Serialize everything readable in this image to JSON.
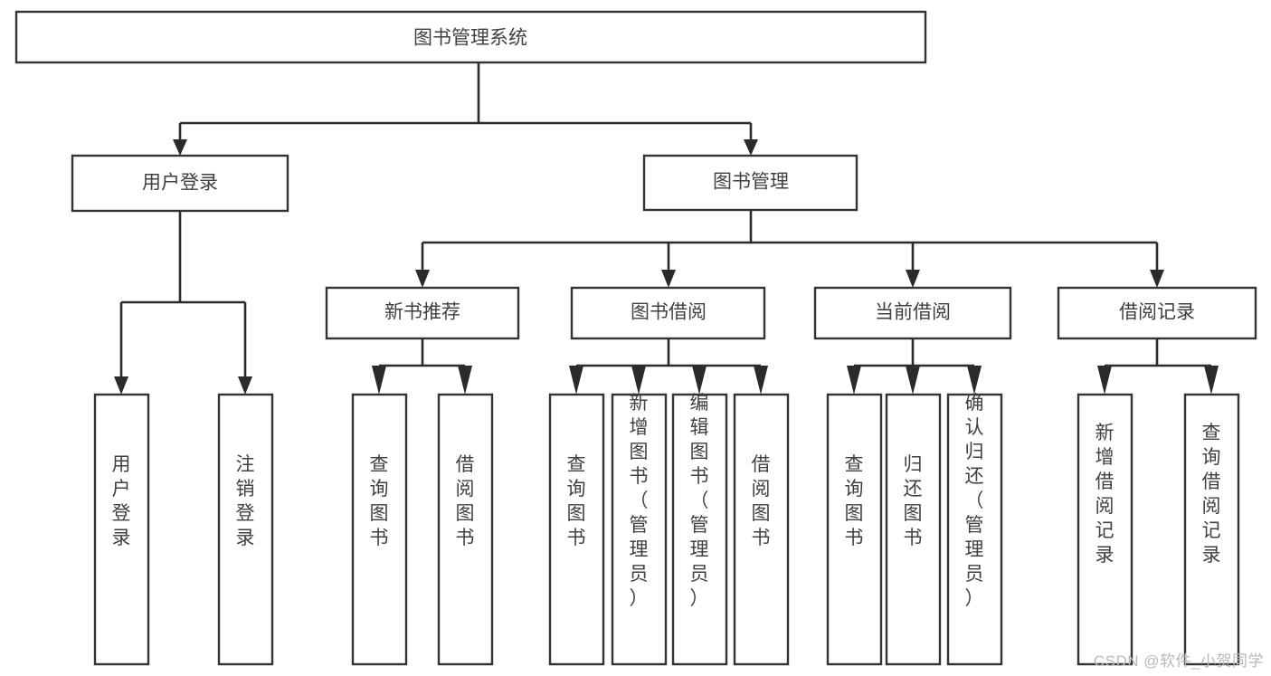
{
  "diagram": {
    "type": "tree-hierarchy",
    "title": "图书管理系统",
    "watermark": "CSDN @软件_小贺同学",
    "colors": {
      "box_stroke": "#333333",
      "connector": "#2b2b2b",
      "text": "#404040",
      "background": "#ffffff",
      "watermark": "#b9b9b9"
    },
    "root": {
      "label": "图书管理系统",
      "level": 0
    },
    "level1": [
      {
        "label": "用户登录"
      },
      {
        "label": "图书管理"
      }
    ],
    "level2": [
      {
        "label": "新书推荐",
        "parent": "图书管理"
      },
      {
        "label": "图书借阅",
        "parent": "图书管理"
      },
      {
        "label": "当前借阅",
        "parent": "图书管理"
      },
      {
        "label": "借阅记录",
        "parent": "图书管理"
      }
    ],
    "leaves_user_login": [
      {
        "label": "用户登录"
      },
      {
        "label": "注销登录"
      }
    ],
    "leaves_new_book": [
      {
        "label": "查询图书"
      },
      {
        "label": "借阅图书"
      }
    ],
    "leaves_borrow": [
      {
        "label": "查询图书"
      },
      {
        "label": "新增图书（管理员）"
      },
      {
        "label": "编辑图书（管理员）"
      },
      {
        "label": "借阅图书"
      }
    ],
    "leaves_current": [
      {
        "label": "查询图书"
      },
      {
        "label": "归还图书"
      },
      {
        "label": "确认归还（管理员）"
      }
    ],
    "leaves_records": [
      {
        "label": "新增借阅记录"
      },
      {
        "label": "查询借阅记录"
      }
    ]
  }
}
